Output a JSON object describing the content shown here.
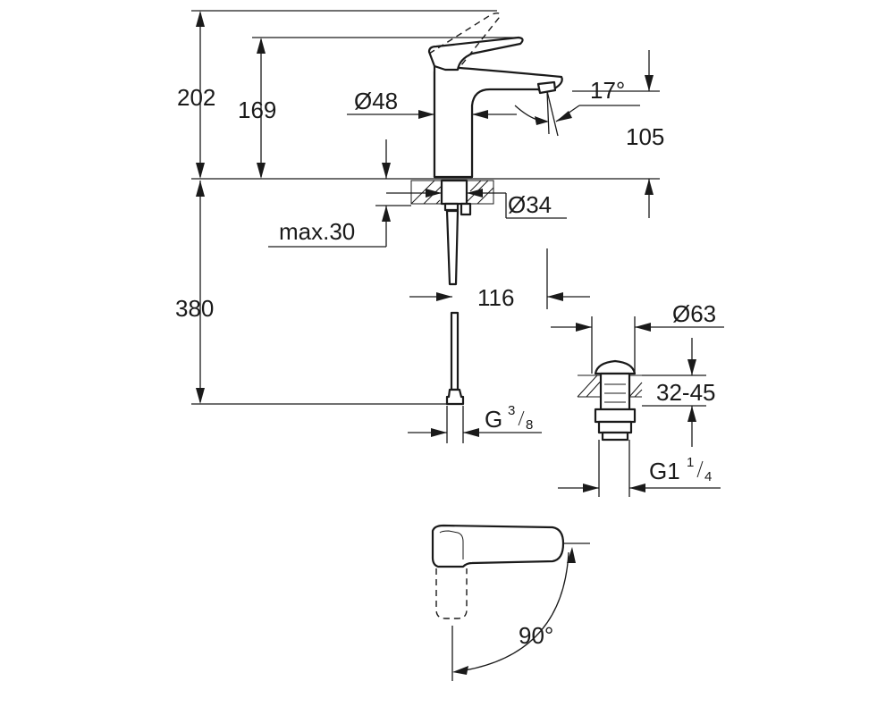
{
  "dimensions": {
    "total_height": "202",
    "spout_height": "169",
    "body_diameter": "Ø48",
    "spout_angle": "17°",
    "spout_reach": "105",
    "mounting_hole": "Ø34",
    "max_deck_thickness": "max.30",
    "hose_length": "380",
    "hose_offset": "116",
    "hose_thread_base": "G",
    "hose_thread_num": "3",
    "hose_thread_den": "8",
    "waste_diameter": "Ø63",
    "waste_range": "32-45",
    "waste_thread_base": "G1",
    "waste_thread_num": "1",
    "waste_thread_den": "4",
    "lever_rotation": "90°"
  }
}
